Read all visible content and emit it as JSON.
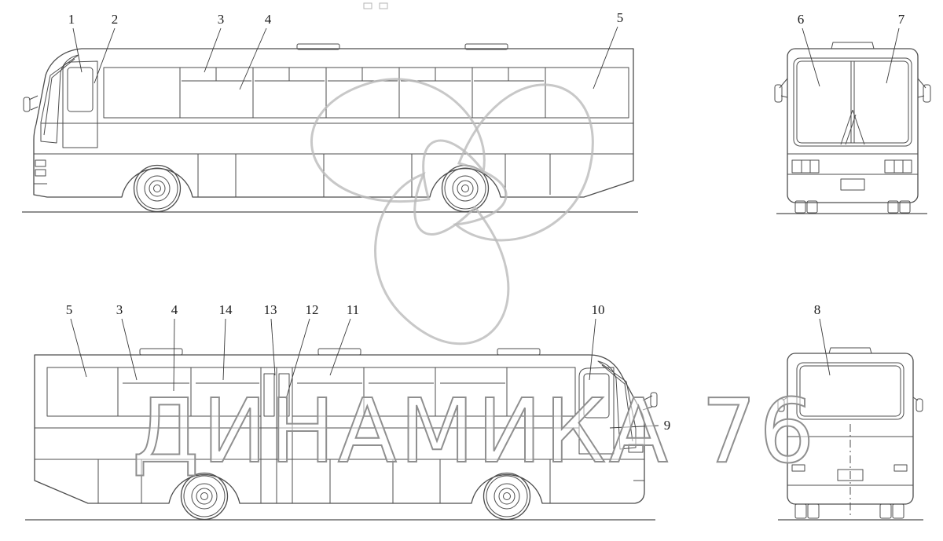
{
  "watermark": {
    "text": "ДИНАМИКА 76"
  },
  "callouts": {
    "top_side": [
      {
        "label": "1"
      },
      {
        "label": "2"
      },
      {
        "label": "3"
      },
      {
        "label": "4"
      },
      {
        "label": "5"
      }
    ],
    "front": [
      {
        "label": "6"
      },
      {
        "label": "7"
      }
    ],
    "bottom_side": [
      {
        "label": "5"
      },
      {
        "label": "3"
      },
      {
        "label": "4"
      },
      {
        "label": "14"
      },
      {
        "label": "13"
      },
      {
        "label": "12"
      },
      {
        "label": "11"
      },
      {
        "label": "10"
      },
      {
        "label": "9"
      }
    ],
    "rear": [
      {
        "label": "8"
      }
    ]
  }
}
